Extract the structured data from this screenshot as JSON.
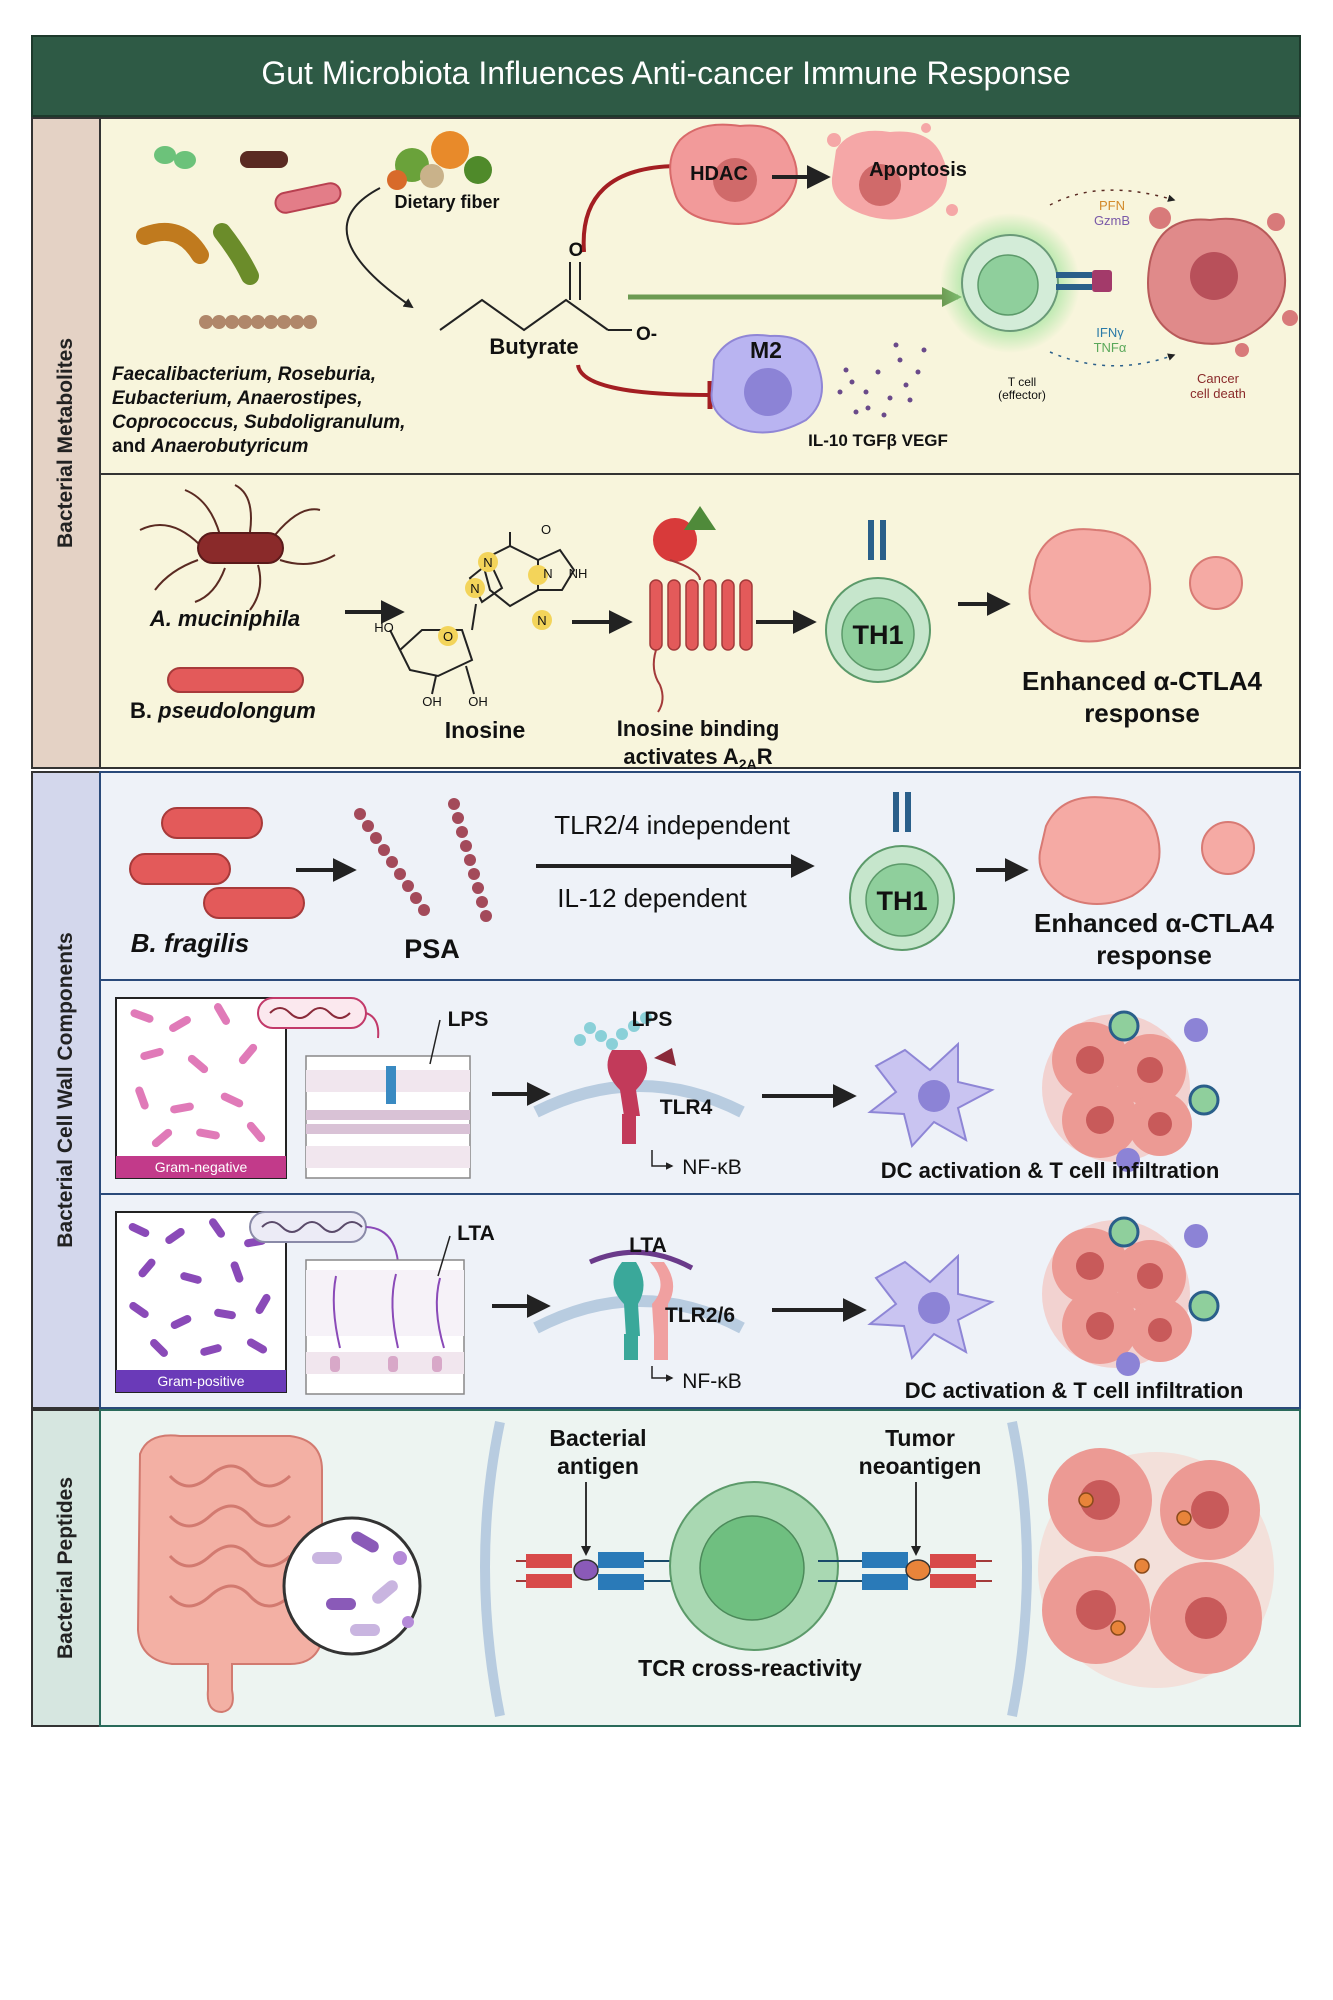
{
  "title": "Gut Microbiota Influences Anti-cancer Immune Response",
  "sections": {
    "metabolites": "Bacterial Metabolites",
    "cell_wall": "Bacterial Cell Wall Components",
    "peptides": "Bacterial Peptides"
  },
  "butyrate": {
    "dietary_fiber": "Dietary fiber",
    "butyrate": "Butyrate",
    "o_double": "O",
    "o_minus": "O-",
    "hdac": "HDAC",
    "apoptosis": "Apoptosis",
    "m2": "M2",
    "cytokines": "IL-10 TGFβ VEGF",
    "pfn": "PFN",
    "gzmb": "GzmB",
    "ifng": "IFNγ",
    "tnfa": "TNFα",
    "tcell_line1": "T cell",
    "tcell_line2": "(effector)",
    "cancer_line1": "Cancer",
    "cancer_line2": "cell death",
    "species": [
      "Faecalibacterium, Roseburia,",
      "Eubacterium, Anaerostipes,",
      "Coprococcus, Subdoligranulum,"
    ],
    "species_last_prefix": "and ",
    "species_last": "Anaerobutyricum"
  },
  "inosine": {
    "muciniphila": "A. muciniphila",
    "b_prefix": "B. ",
    "pseudolongum": "pseudolongum",
    "inosine": "Inosine",
    "ho": "HO",
    "oh1": "OH",
    "oh2": "OH",
    "ring_o": "O",
    "carbonyl_o": "O",
    "n1": "N",
    "n2": "N",
    "n3": "N",
    "n4": "N",
    "nh": "NH",
    "binding_line1": "Inosine binding",
    "binding_line2_prefix": "activates A",
    "binding_sub": "2A",
    "binding_suffix": "R",
    "th1": "TH1",
    "enhanced_line1": "Enhanced α-CTLA4",
    "enhanced_line2": "response"
  },
  "psa": {
    "fragilis": "B. fragilis",
    "psa": "PSA",
    "tlr_independent": "TLR2/4 independent",
    "il12": "IL-12 dependent",
    "th1": "TH1",
    "enhanced_line1": "Enhanced α-CTLA4",
    "enhanced_line2": "response"
  },
  "lps": {
    "gram": "Gram-negative",
    "lps_label1": "LPS",
    "lps_label2": "LPS",
    "receptor": "TLR4",
    "nfkb": "NF-κB",
    "outcome": "DC activation & T cell infiltration"
  },
  "lta": {
    "gram": "Gram-positive",
    "lta_label1": "LTA",
    "lta_label2": "LTA",
    "receptor": "TLR2/6",
    "nfkb": "NF-κB",
    "outcome": "DC activation & T cell infiltration"
  },
  "peptides": {
    "bact_line1": "Bacterial",
    "bact_line2": "antigen",
    "tumor_line1": "Tumor",
    "tumor_line2": "neoantigen",
    "tcr": "TCR cross-reactivity"
  },
  "colors": {
    "header": "#2e5a45",
    "metabolite_side": "#e4d2c5",
    "metabolite_bg": "#f8f5dc",
    "cellwall_side": "#d3d7ec",
    "cellwall_bg": "#eef2f8",
    "peptide_side": "#d6e6e0",
    "peptide_bg": "#edf4f1",
    "tcell": "#8fcf9c",
    "cancer": "#e88a8a",
    "inhibit": "#a31e22",
    "activate": "#6c9a52"
  }
}
